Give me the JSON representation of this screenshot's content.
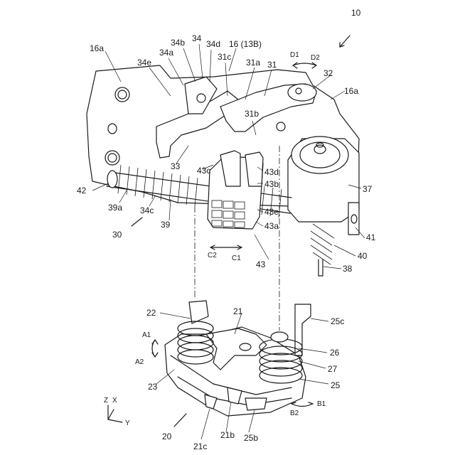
{
  "labels": {
    "l10": "10",
    "l16a_left": "16a",
    "l16a_right": "16a",
    "l16": "16 (13B)",
    "l34": "34",
    "l34b": "34b",
    "l34d": "34d",
    "l34a": "34a",
    "l34e": "34e",
    "l31": "31",
    "l31a": "31a",
    "l31b": "31b",
    "l31c": "31c",
    "l32": "32",
    "l33": "33",
    "l43c": "43c",
    "l43d": "43d",
    "l43b": "43b",
    "l43e": "43e",
    "l43a": "43a",
    "l43": "43",
    "l37": "37",
    "l41": "41",
    "l40": "40",
    "l38": "38",
    "l42": "42",
    "l39a": "39a",
    "l34c": "34c",
    "l39": "39",
    "l30": "30",
    "lD1": "D1",
    "lD2": "D2",
    "lC1": "C1",
    "lC2": "C2",
    "l22": "22",
    "l21": "21",
    "l25c": "25c",
    "lA1": "A1",
    "lA2": "A2",
    "l23": "23",
    "l26": "26",
    "l27": "27",
    "l25": "25",
    "lB1": "B1",
    "lB2": "B2",
    "l20": "20",
    "l21c": "21c",
    "l21b": "21b",
    "l25b": "25b",
    "axZ": "Z",
    "axX": "X",
    "axY": "Y"
  }
}
